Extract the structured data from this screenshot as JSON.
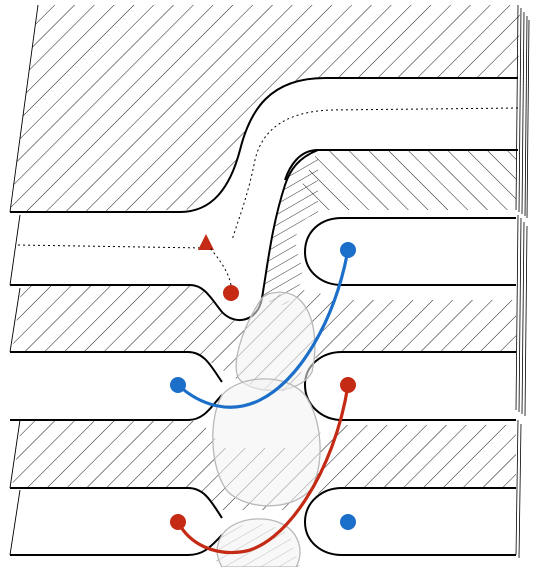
{
  "colors": {
    "background": "#ffffff",
    "outline": "#000000",
    "hatch": "#000000",
    "blob_fill": "#f2f2f2",
    "blob_stroke": "#b8b8b8",
    "red": "#c42a14",
    "blue": "#1c6fc9"
  },
  "diagram": {
    "layers": 5,
    "markers": {
      "red": 3,
      "blue": 3,
      "triangle": 1
    }
  }
}
